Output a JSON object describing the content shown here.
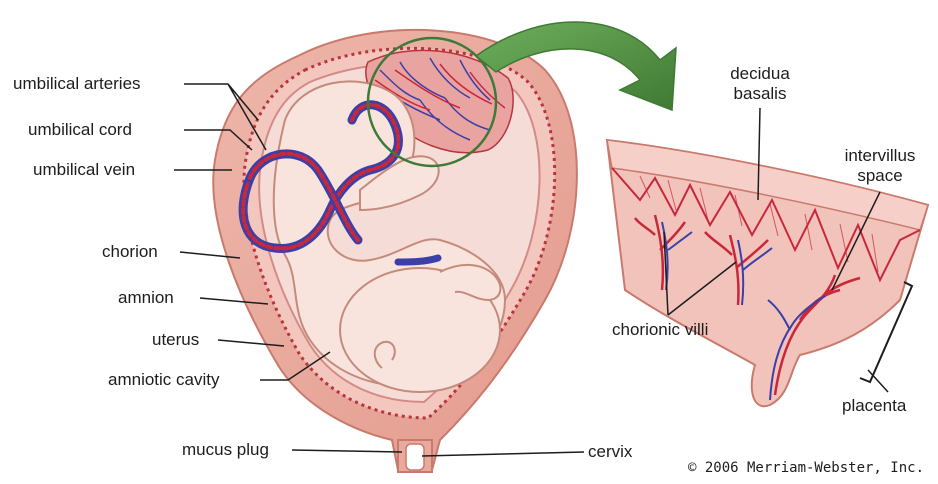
{
  "labels": {
    "umbilical_arteries": "umbilical arteries",
    "umbilical_cord": "umbilical cord",
    "umbilical_vein": "umbilical vein",
    "chorion": "chorion",
    "amnion": "amnion",
    "uterus": "uterus",
    "amniotic_cavity": "amniotic cavity",
    "mucus_plug": "mucus plug",
    "cervix": "cervix",
    "decidua_basalis_line1": "decidua",
    "decidua_basalis_line2": "basalis",
    "intervillus_space_line1": "intervillus",
    "intervillus_space_line2": "space",
    "chorionic_villi": "chorionic villi",
    "placenta": "placenta"
  },
  "copyright": "© 2006 Merriam-Webster, Inc.",
  "colors": {
    "uterus_wall": "#e9a99c",
    "uterus_outline": "#c97a6d",
    "amniotic_fluid": "#f6dcd6",
    "fetus_skin": "#f8e4dc",
    "fetus_outline": "#c48a7c",
    "artery_blue": "#3b3fa8",
    "vein_red": "#c8283a",
    "zoom_arrow": "#4e8a41",
    "zoom_circle": "#3d7a38",
    "leader_line": "#1d1d1d"
  }
}
